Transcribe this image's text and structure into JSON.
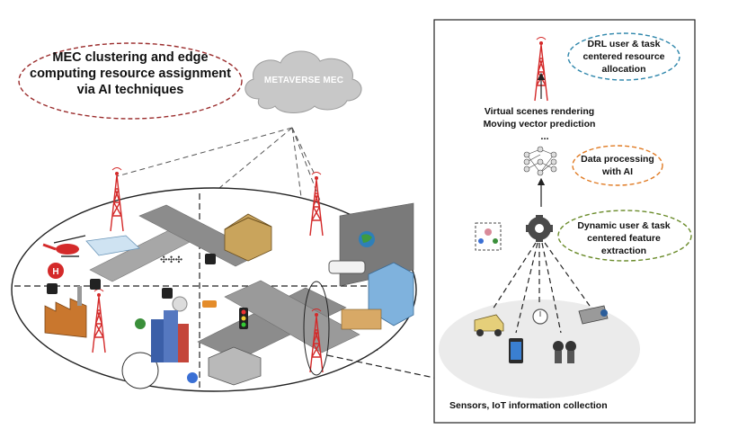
{
  "labels": {
    "left_title": "MEC clustering and edge computing resource assignment via AI techniques",
    "cloud": "METAVERSE MEC",
    "drl": "DRL user & task centered resource allocation",
    "virtual_scenes": "Virtual scenes rendering Moving vector prediction",
    "ellipsis": "...",
    "data_processing": "Data processing with AI",
    "dynamic_feature": "Dynamic user & task centered feature extraction",
    "sensors": "Sensors, IoT information collection"
  },
  "colors": {
    "left_title_ellipse": "#9b2d2d",
    "drl_ellipse": "#2e86ab",
    "data_processing_ellipse": "#e07b24",
    "dynamic_feature_ellipse": "#6a8b2a",
    "tower": "#d42a2a",
    "cloud": "#c8c8c8",
    "road": "#8c8c8c"
  },
  "icons": [
    "helicopter-icon",
    "helipad-icon",
    "factory-icon",
    "wifi-icon",
    "users-icon",
    "skyscrapers-icon",
    "school-icon",
    "train-icon",
    "office-tower-icon",
    "meeting-room-icon",
    "hospital-icon",
    "traffic-light-icon",
    "car-icon",
    "drone-icon",
    "globe-icon",
    "neural-network-icon",
    "gear-icon",
    "mining-truck-icon",
    "tablet-icon",
    "vr-goggles-icon",
    "stopwatch-icon",
    "security-camera-icon"
  ]
}
